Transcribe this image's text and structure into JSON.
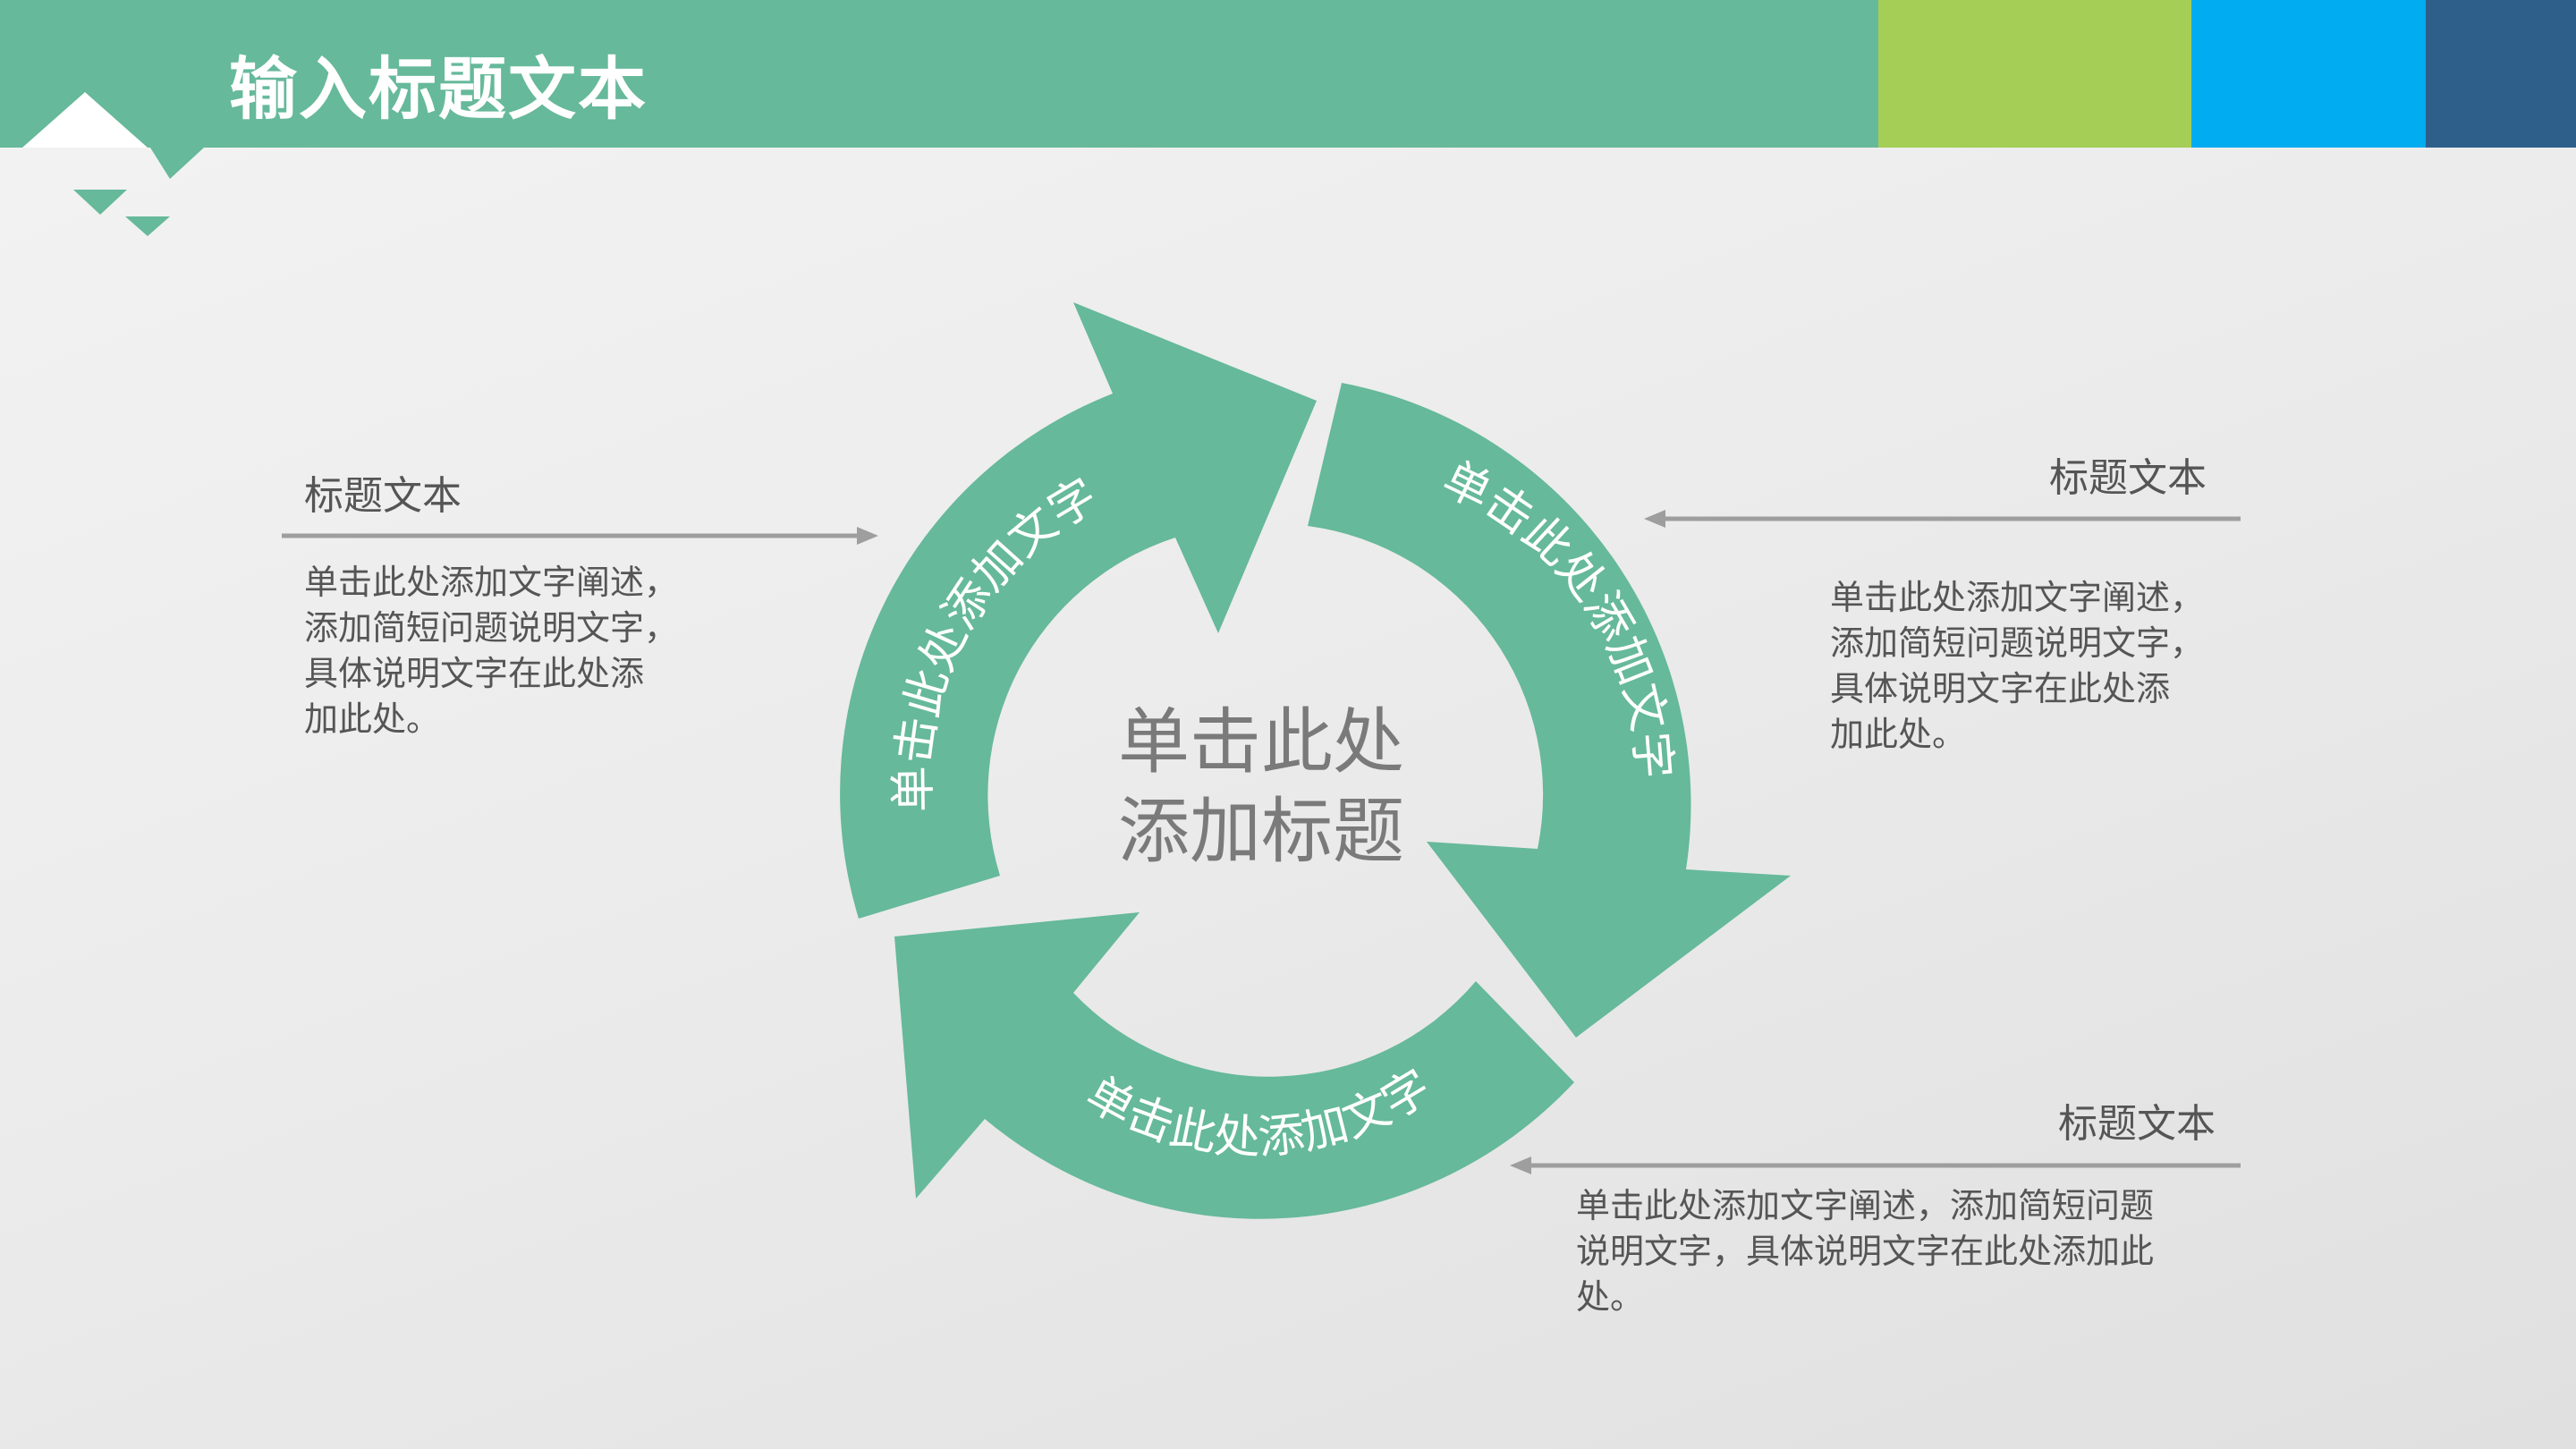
{
  "header": {
    "title": "输入标题文本",
    "colors": {
      "bar": "#66b99b",
      "stripe_green": "#a4ce55",
      "stripe_blue": "#02acf0",
      "stripe_navy": "#2e5f8a",
      "diagram": "#66b99b"
    }
  },
  "diagram": {
    "center_lines": [
      "单击此处",
      "添加标题"
    ],
    "arrow_labels": [
      "单击此处添加文字",
      "单击此处添加文字",
      "单击此处添加文字"
    ]
  },
  "callouts": [
    {
      "title": "标题文本",
      "body_lines": [
        "单击此处添加文字阐述，",
        "添加简短问题说明文字，",
        "具体说明文字在此处添",
        "加此处。"
      ]
    },
    {
      "title": "标题文本",
      "body_lines": [
        "单击此处添加文字阐述，",
        "添加简短问题说明文字，",
        "具体说明文字在此处添",
        "加此处。"
      ]
    },
    {
      "title": "标题文本",
      "body_lines": [
        "单击此处添加文字阐述，添加简短问题",
        "说明文字，具体说明文字在此处添加此",
        "处。"
      ]
    }
  ]
}
